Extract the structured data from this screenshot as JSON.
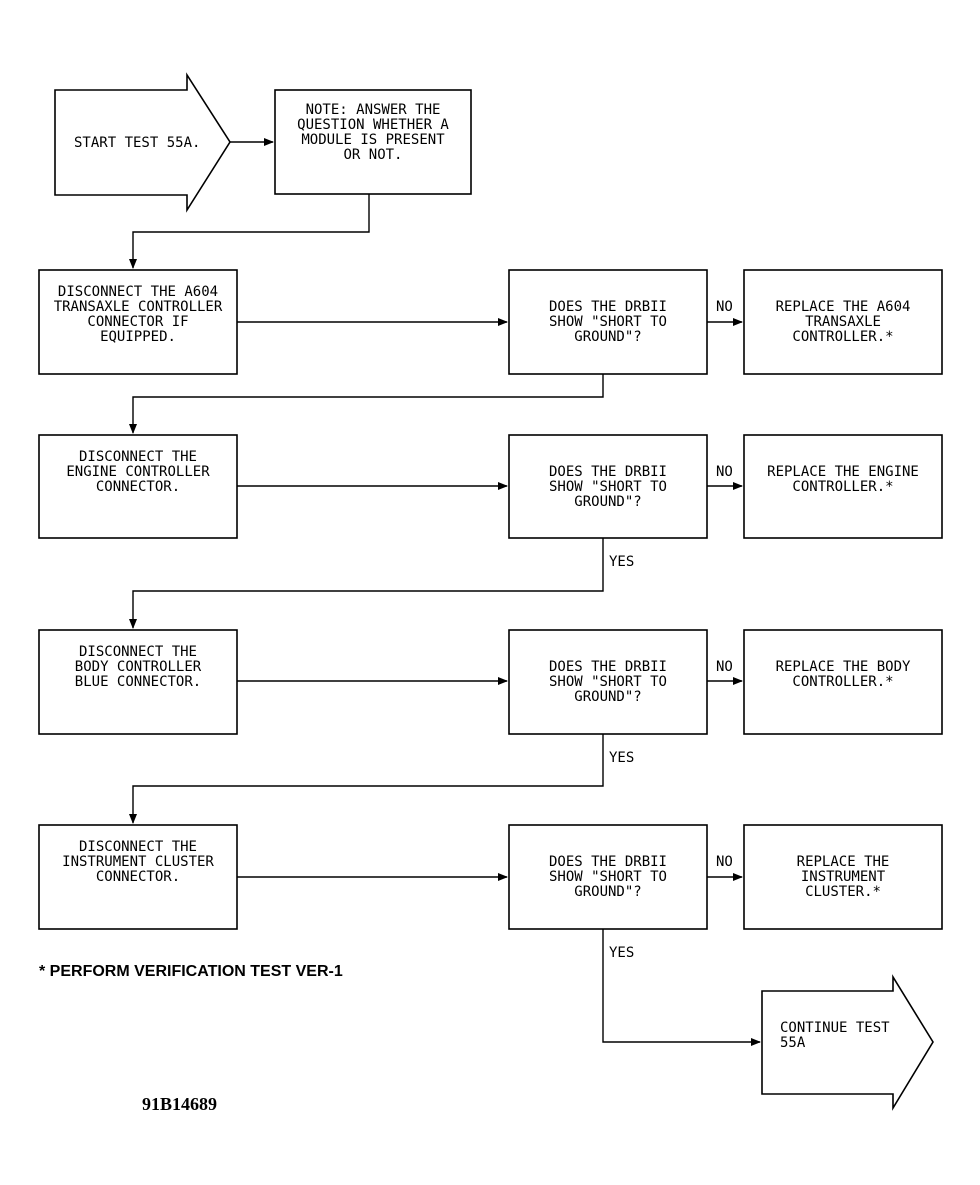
{
  "start": {
    "lines": [
      "START TEST 55A."
    ]
  },
  "note": {
    "lines": [
      "NOTE: ANSWER THE",
      "QUESTION WHETHER A",
      "MODULE IS PRESENT",
      "OR NOT."
    ]
  },
  "rows": [
    {
      "action": [
        "DISCONNECT THE A604",
        "TRANSAXLE CONTROLLER",
        "CONNECTOR IF",
        "EQUIPPED."
      ],
      "question": [
        "DOES THE DRBII",
        "SHOW \"SHORT TO",
        "GROUND\"?"
      ],
      "no_label": "NO",
      "result": [
        "REPLACE THE A604",
        "TRANSAXLE",
        "CONTROLLER.*"
      ],
      "yes_label": ""
    },
    {
      "action": [
        "DISCONNECT THE",
        "ENGINE CONTROLLER",
        "CONNECTOR."
      ],
      "question": [
        "DOES THE DRBII",
        "SHOW \"SHORT TO",
        "GROUND\"?"
      ],
      "no_label": "NO",
      "result": [
        "REPLACE THE ENGINE",
        "CONTROLLER.*"
      ],
      "yes_label": "YES"
    },
    {
      "action": [
        "DISCONNECT THE",
        "BODY CONTROLLER",
        "BLUE CONNECTOR."
      ],
      "question": [
        "DOES THE DRBII",
        "SHOW \"SHORT TO",
        "GROUND\"?"
      ],
      "no_label": "NO",
      "result": [
        "REPLACE THE BODY",
        "CONTROLLER.*"
      ],
      "yes_label": "YES"
    },
    {
      "action": [
        "DISCONNECT THE",
        "INSTRUMENT CLUSTER",
        "CONNECTOR."
      ],
      "question": [
        "DOES THE DRBII",
        "SHOW \"SHORT TO",
        "GROUND\"?"
      ],
      "no_label": "NO",
      "result": [
        "REPLACE THE",
        "INSTRUMENT",
        "CLUSTER.*"
      ],
      "yes_label": "YES"
    }
  ],
  "continue": {
    "lines": [
      "CONTINUE TEST",
      "55A"
    ]
  },
  "footnote": "* PERFORM VERIFICATION TEST VER-1",
  "figure_id": "91B14689"
}
